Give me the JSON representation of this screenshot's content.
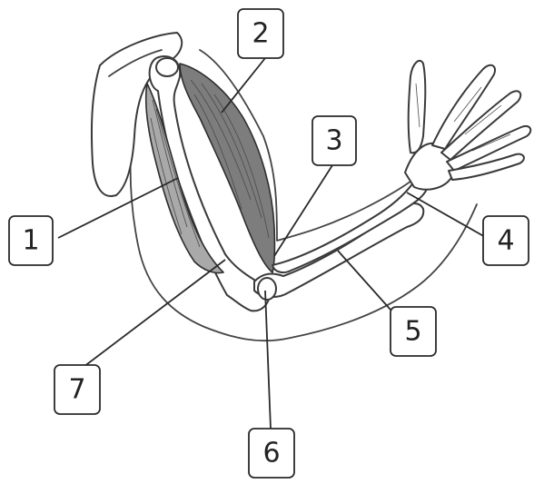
{
  "labels": [
    {
      "id": "1",
      "text": "1"
    },
    {
      "id": "2",
      "text": "2"
    },
    {
      "id": "3",
      "text": "3"
    },
    {
      "id": "4",
      "text": "4"
    },
    {
      "id": "5",
      "text": "5"
    },
    {
      "id": "6",
      "text": "6"
    },
    {
      "id": "7",
      "text": "7"
    }
  ],
  "colors": {
    "muscle_dark": "#7d7d7d",
    "muscle_light": "#a9a9a9",
    "bone": "#ffffff",
    "line": "#2a2a2a"
  }
}
